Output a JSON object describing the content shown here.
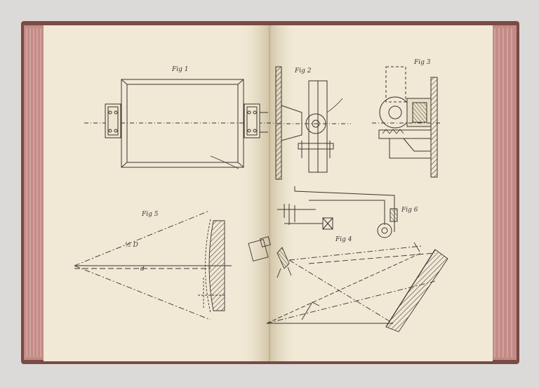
{
  "figure_labels": {
    "fig1": "Fig 1",
    "fig2": "Fig 2",
    "fig3": "Fig 3",
    "fig4": "Fig 4",
    "fig5": "Fig 5",
    "fig6": "Fig 6"
  },
  "annotations": {
    "fig5_radius": "½ D",
    "fig5_axis": "d"
  },
  "colors": {
    "background": "#dcdad8",
    "paper": "#f1e9d6",
    "ink": "#3a3530",
    "cover_edge": "#b8797a"
  }
}
